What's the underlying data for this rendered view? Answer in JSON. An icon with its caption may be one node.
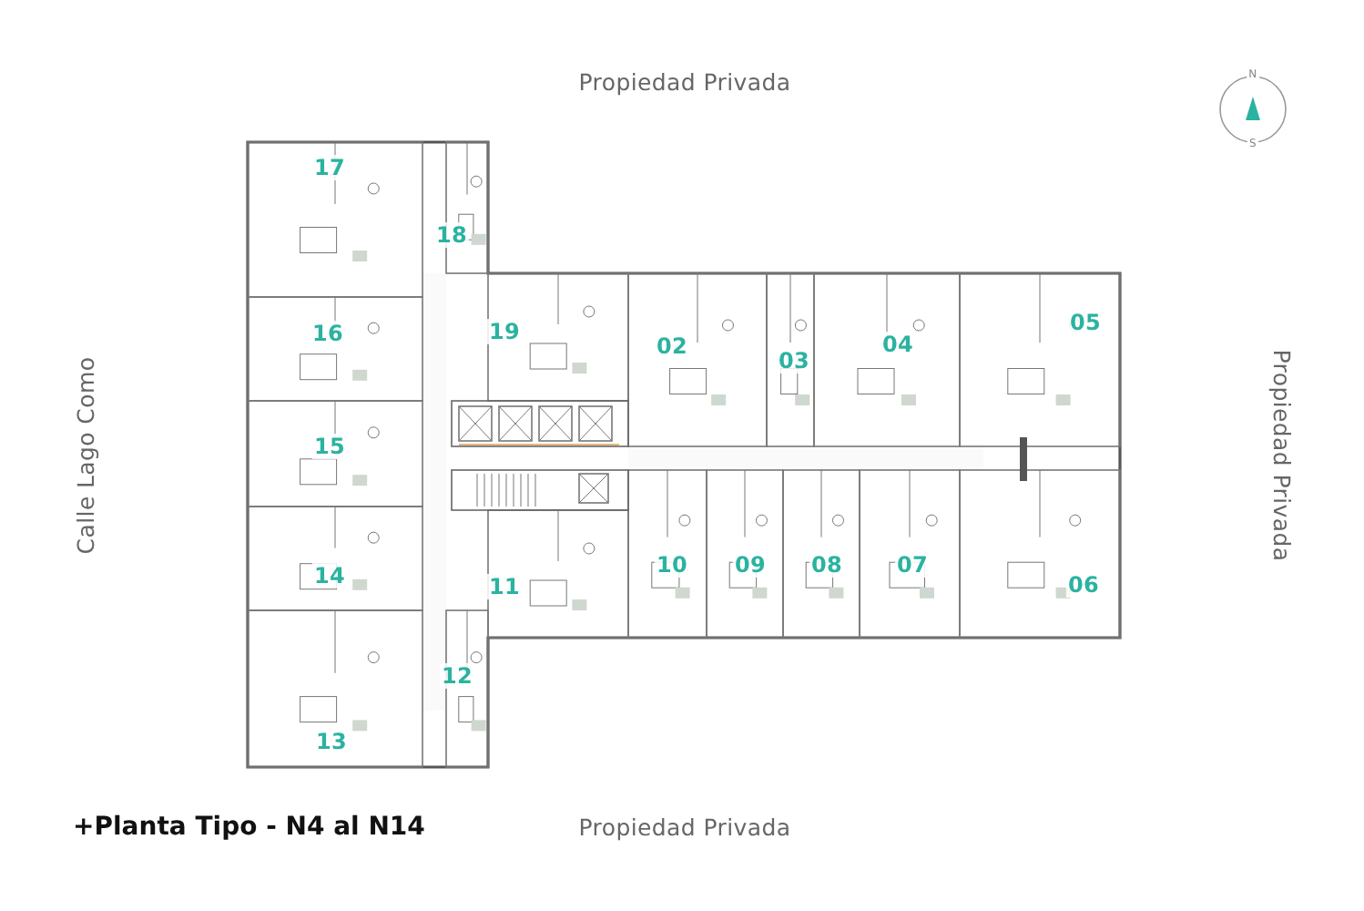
{
  "diagram": {
    "title": "+Planta Tipo - N4 al N14",
    "labels": [
      "Propiedad Privada",
      "N",
      "S",
      "Calle Lago Como",
      "Propiedad Privada",
      "17",
      "18",
      "16",
      "19",
      "02",
      "03",
      "04",
      "05",
      "15",
      "14",
      "11",
      "10",
      "09",
      "08",
      "07",
      "06",
      "12",
      "13",
      "Propiedad Privada"
    ]
  }
}
